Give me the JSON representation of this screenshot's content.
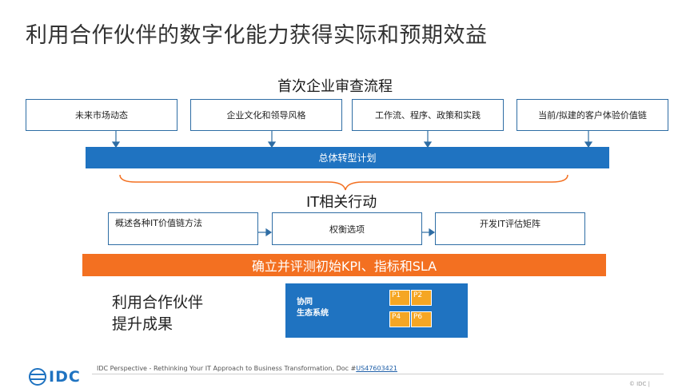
{
  "title": "利用合作伙伴的数字化能力获得实际和预期效益",
  "first_review": {
    "title": "首次企业审查流程",
    "boxes": [
      "未来市场动态",
      "企业文化和领导风格",
      "工作流、程序、政策和实践",
      "当前/拟建的客户体验价值链"
    ]
  },
  "overall_plan": "总体转型计划",
  "it_actions": {
    "title": "IT相关行动",
    "boxes": [
      "概述各种IT价值链方法",
      "权衡选项",
      "开发IT评估矩阵"
    ]
  },
  "kpi_bar": "确立并评测初始KPI、指标和SLA",
  "benefit": {
    "line1": "利用合作伙伴",
    "line2": "提升成果"
  },
  "ecosystem": {
    "line1": "协同",
    "line2": "生态系统",
    "pieces": [
      "P1",
      "P2",
      "P4",
      "P6"
    ]
  },
  "footer": {
    "text": "IDC Perspective - Rethinking Your IT Approach to Business Transformation, Doc #",
    "doc_id": "US47603421",
    "copyright": "© IDC |",
    "logo": "IDC"
  },
  "colors": {
    "blue": "#1f73c1",
    "orange": "#f37021",
    "puzzle": "#f5a623",
    "box_border": "#2e6da4"
  }
}
